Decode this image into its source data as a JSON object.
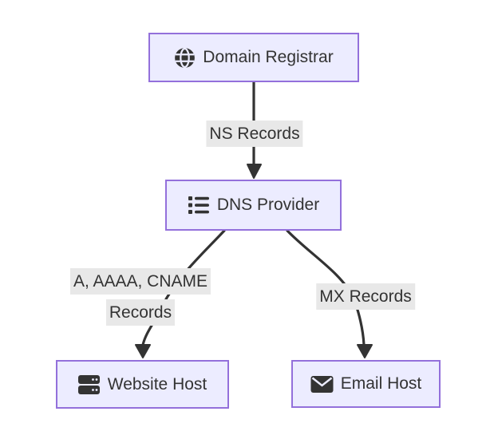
{
  "diagram": {
    "type": "flowchart",
    "direction": "top-down",
    "topic": "DNS infrastructure",
    "colors": {
      "background": "#ffffff",
      "node_fill": "#ECECFF",
      "node_border": "#9370DB",
      "node_text": "#333333",
      "edge_line": "#333333",
      "edge_label_bg": "#e8e8e8",
      "edge_label_text": "#333333"
    },
    "nodes": [
      {
        "id": "domain-registrar",
        "label": "Domain Registrar",
        "icon": "globe-icon"
      },
      {
        "id": "dns-provider",
        "label": "DNS Provider",
        "icon": "list-icon"
      },
      {
        "id": "website-host",
        "label": "Website Host",
        "icon": "server-icon"
      },
      {
        "id": "email-host",
        "label": "Email Host",
        "icon": "envelope-icon"
      }
    ],
    "edges": [
      {
        "from": "domain-registrar",
        "to": "dns-provider",
        "label": "NS Records"
      },
      {
        "from": "dns-provider",
        "to": "website-host",
        "label": "A, AAAA, CNAME Records",
        "label_line1": "A, AAAA, CNAME",
        "label_line2": "Records"
      },
      {
        "from": "dns-provider",
        "to": "email-host",
        "label": "MX Records"
      }
    ]
  }
}
